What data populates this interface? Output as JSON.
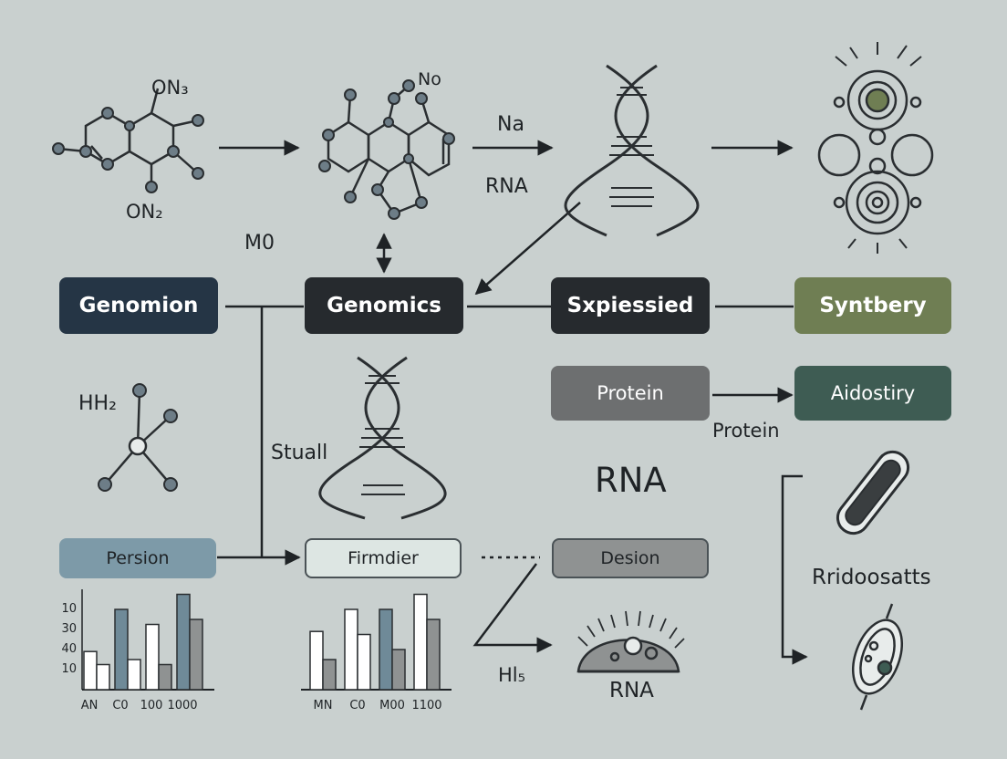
{
  "labels": {
    "no3": "ON₃",
    "no2": "ON₂",
    "no": "No",
    "na": "Na",
    "rna_top": "RNA",
    "mo": "M0",
    "hh2": "HH₂",
    "stuall": "Stuall",
    "protein_below": "Protein",
    "rna_big": "RNA",
    "rridoosatts": "Rridoosatts",
    "hls": "Hl₅",
    "rna_bottom": "RNA"
  },
  "boxes": {
    "genomion": "Genomion",
    "genomics": "Genomics",
    "sxpiessied": "Sxpiessied",
    "syntbery": "Syntbery",
    "protein": "Protein",
    "aidostiry": "Aidostiry",
    "persion": "Persion",
    "firmdier": "Firmdier",
    "desion": "Desion"
  },
  "colors": {
    "background": "#c9d0cf",
    "navy": "#253545",
    "charcoal": "#262a2e",
    "olive": "#6f7e53",
    "grey": "#6d6f70",
    "teal": "#3e5c53",
    "slate": "#7d9aa8",
    "mint": "#dde6e3",
    "dust": "#8f9292"
  },
  "chart_data": [
    {
      "type": "bar",
      "yticks": [
        "10",
        "30",
        "40",
        "10"
      ],
      "xticks": [
        "AN",
        "C0",
        "100",
        "1000"
      ],
      "series": [
        {
          "values": [
            38,
            80,
            65,
            95
          ]
        },
        {
          "values": [
            25,
            30,
            25,
            70
          ]
        }
      ],
      "ylim": [
        0,
        100
      ]
    },
    {
      "type": "bar",
      "yticks": [],
      "xticks": [
        "MN",
        "C0",
        "M00",
        "1100"
      ],
      "series": [
        {
          "values": [
            58,
            80,
            80,
            95
          ]
        },
        {
          "values": [
            30,
            55,
            40,
            70
          ]
        }
      ],
      "ylim": [
        0,
        100
      ]
    }
  ]
}
